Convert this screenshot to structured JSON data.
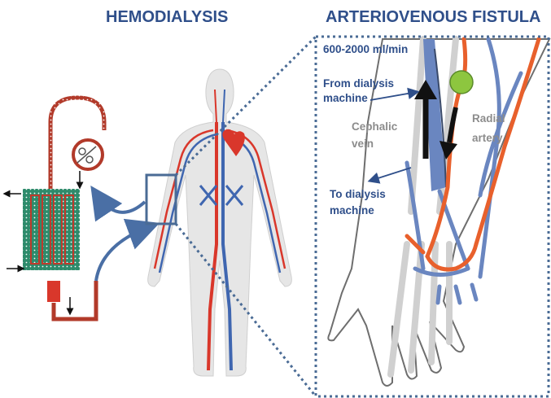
{
  "titles": {
    "left": "HEMODIALYSIS",
    "right": "ARTERIOVENOUS FISTULA"
  },
  "labels": {
    "flow_rate": "600-2000 ml/min",
    "from_line1": "From dialysis",
    "from_line2": "machine",
    "vein_line1": "Cephalic",
    "vein_line2": "vein",
    "artery_line1": "Radial",
    "artery_line2": "artery",
    "to_line1": "To dialysis",
    "to_line2": "machine"
  },
  "colors": {
    "title": "#2f4f8a",
    "artery": "#e8602c",
    "vein": "#6a86c0",
    "arrow_blue": "#4a6fa5",
    "dotted_frame": "#4a6b95",
    "anastomosis_dot": "#8dc63f",
    "filter": "#2e8b6b",
    "body_fill": "#e6e6e6"
  }
}
